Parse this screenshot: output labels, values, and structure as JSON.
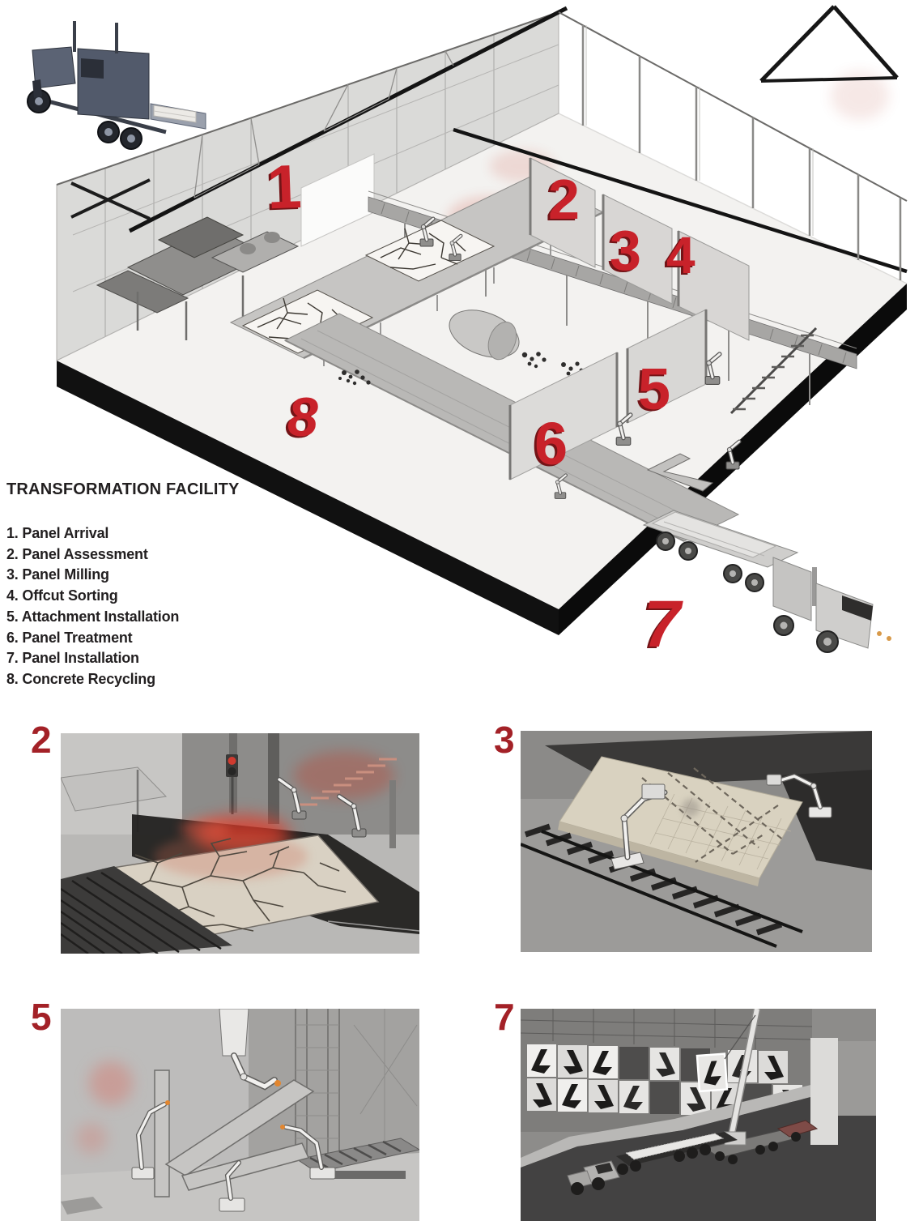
{
  "colors": {
    "station_number_red": "#c8222a",
    "station_number_extrusion": "#731417",
    "detail_label_red": "#a32127",
    "legend_text": "#221f20",
    "base_plinth_black": "#0d0d0d"
  },
  "legend": {
    "title": "TRANSFORMATION FACILITY",
    "items": [
      "1. Panel Arrival",
      "2. Panel Assessment",
      "3. Panel Milling",
      "4. Offcut Sorting",
      "5. Attachment Installation",
      "6. Panel Treatment",
      "7. Panel Installation",
      "8. Concrete Recycling"
    ]
  },
  "overview": {
    "stations": {
      "s1": "1",
      "s2": "2",
      "s3": "3",
      "s4": "4",
      "s5": "5",
      "s6": "6",
      "s7": "7",
      "s8": "8"
    }
  },
  "details": {
    "assessment": {
      "label": "2"
    },
    "milling": {
      "label": "3"
    },
    "attachment": {
      "label": "5"
    },
    "installation": {
      "label": "7"
    }
  }
}
